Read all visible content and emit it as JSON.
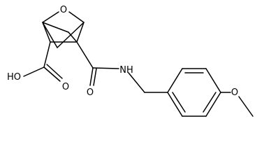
{
  "diagram": {
    "type": "chemical-structure",
    "labels": {
      "ring_oxygen": "O",
      "hydroxyl": "HO",
      "acid_carbonyl_oxygen": "O",
      "amide_carbonyl_oxygen": "O",
      "amide_nitrogen": "NH",
      "methoxy_oxygen": "O"
    },
    "colors": {
      "bond": "#000000",
      "label": "#000000",
      "background": "#ffffff"
    }
  }
}
